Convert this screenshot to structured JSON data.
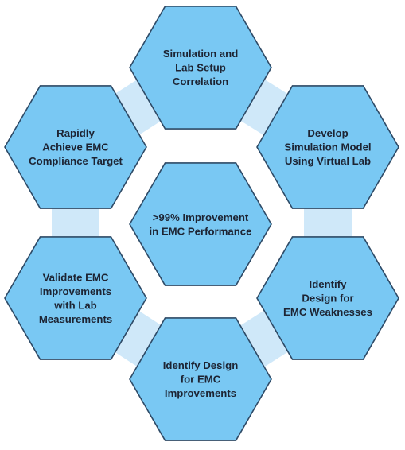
{
  "colors": {
    "hex_fill": "#79c8f3",
    "hex_stroke": "#2e4a66",
    "connector": "#cfe8f9",
    "text": "#1d2433"
  },
  "center": {
    "lines": [
      ">99% Improvement",
      "in EMC Performance"
    ]
  },
  "steps": [
    {
      "id": "top",
      "lines": [
        "Simulation and",
        "Lab Setup",
        "Correlation"
      ]
    },
    {
      "id": "upper-right",
      "lines": [
        "Develop",
        "Simulation Model",
        "Using Virtual Lab"
      ]
    },
    {
      "id": "lower-right",
      "lines": [
        "Identify",
        "Design for",
        "EMC Weaknesses"
      ]
    },
    {
      "id": "bottom",
      "lines": [
        "Identify Design",
        "for EMC",
        "Improvements"
      ]
    },
    {
      "id": "lower-left",
      "lines": [
        "Validate EMC",
        "Improvements",
        "with Lab",
        "Measurements"
      ]
    },
    {
      "id": "upper-left",
      "lines": [
        "Rapidly",
        "Achieve EMC",
        "Compliance Target"
      ]
    }
  ]
}
